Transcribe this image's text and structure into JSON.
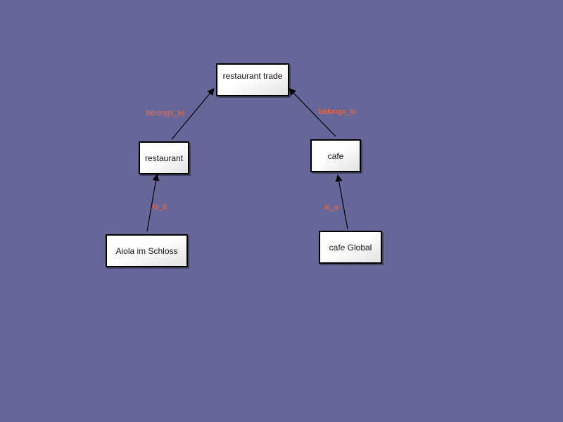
{
  "diagram": {
    "nodes": [
      {
        "id": "restaurant_trade",
        "label": "restaurant trade"
      },
      {
        "id": "restaurant",
        "label": "restaurant"
      },
      {
        "id": "cafe",
        "label": "cafe"
      },
      {
        "id": "aiola",
        "label": "Aiola im Schloss"
      },
      {
        "id": "cafe_global",
        "label": "cafe Global"
      }
    ],
    "edges": [
      {
        "from": "restaurant",
        "to": "restaurant_trade",
        "label": "belongs_to"
      },
      {
        "from": "cafe",
        "to": "restaurant_trade",
        "label": "belongs_to"
      },
      {
        "from": "aiola",
        "to": "restaurant",
        "label": "is_a"
      },
      {
        "from": "cafe_global",
        "to": "cafe",
        "label": "is_a"
      }
    ]
  },
  "colors": {
    "background": "#666699",
    "edge_label": "#ff6633",
    "edge_line": "#000000"
  }
}
